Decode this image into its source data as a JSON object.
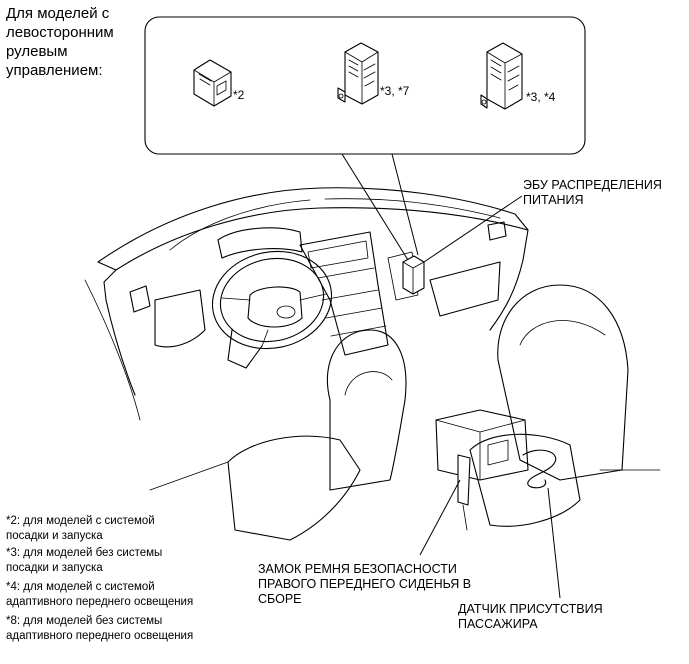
{
  "header": {
    "lines": [
      "Для моделей с",
      "левосторонним",
      "рулевым",
      "управлением:"
    ]
  },
  "modules": [
    {
      "label": "*2"
    },
    {
      "label": "*3, *7"
    },
    {
      "label": "*3, *4"
    }
  ],
  "callouts": {
    "ecu": [
      "ЭБУ РАСПРЕДЕЛЕНИЯ",
      "ПИТАНИЯ"
    ],
    "seatbelt": [
      "ЗАМОК РЕМНЯ БЕЗОПАСНОСТИ",
      "ПРАВОГО ПЕРЕДНЕГО СИДЕНЬЯ В",
      "СБОРЕ"
    ],
    "sensor": [
      "ДАТЧИК ПРИСУТСТВИЯ",
      "ПАССАЖИРА"
    ]
  },
  "notes": [
    {
      "line1": "*2: для моделей с системой",
      "line2": "посадки и запуска"
    },
    {
      "line1": "*3: для моделей без системы",
      "line2": "посадки и запуска"
    },
    {
      "line1": "*4: для моделей с системой",
      "line2": "адаптивного переднего освещения"
    },
    {
      "line1": "*8: для моделей без системы",
      "line2": "адаптивного переднего освещения"
    }
  ]
}
